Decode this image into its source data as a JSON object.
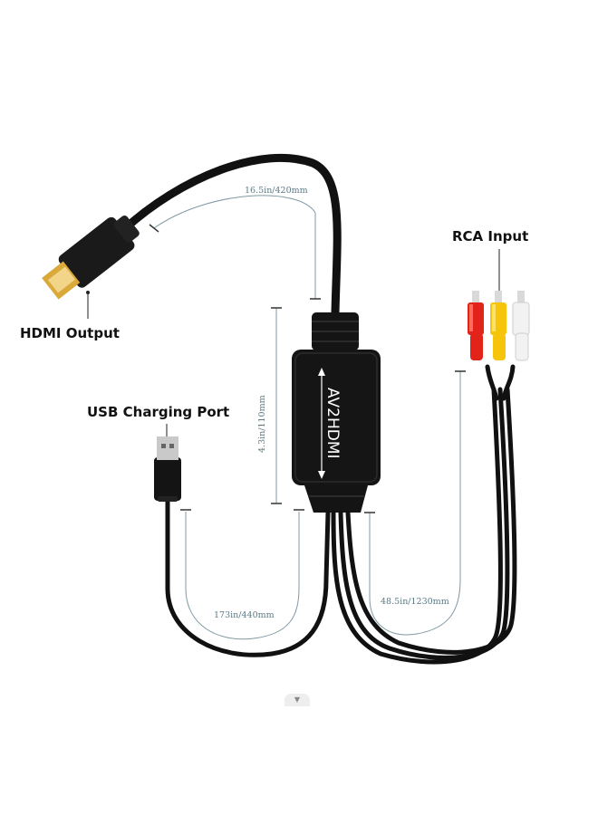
{
  "callouts": {
    "hdmi_output": "HDMI Output",
    "rca_input": "RCA Input",
    "usb_charging_port": "USB Charging Port"
  },
  "device_label": "AV2HDMI",
  "dimensions": {
    "hdmi_cable": "16.5in/420mm",
    "body": "4.3in/110mm",
    "usb_cable": "173in/440mm",
    "rca_cable": "48.5in/1230mm"
  },
  "colors": {
    "cable": "#111111",
    "rca_red": "#e2231a",
    "rca_yellow": "#f6c40a",
    "rca_white": "#f2f2f2",
    "gold": "#d9a93a",
    "dim_line": "#7f99a3"
  },
  "icons": {
    "scroll_hint": "chevron-down-icon"
  }
}
